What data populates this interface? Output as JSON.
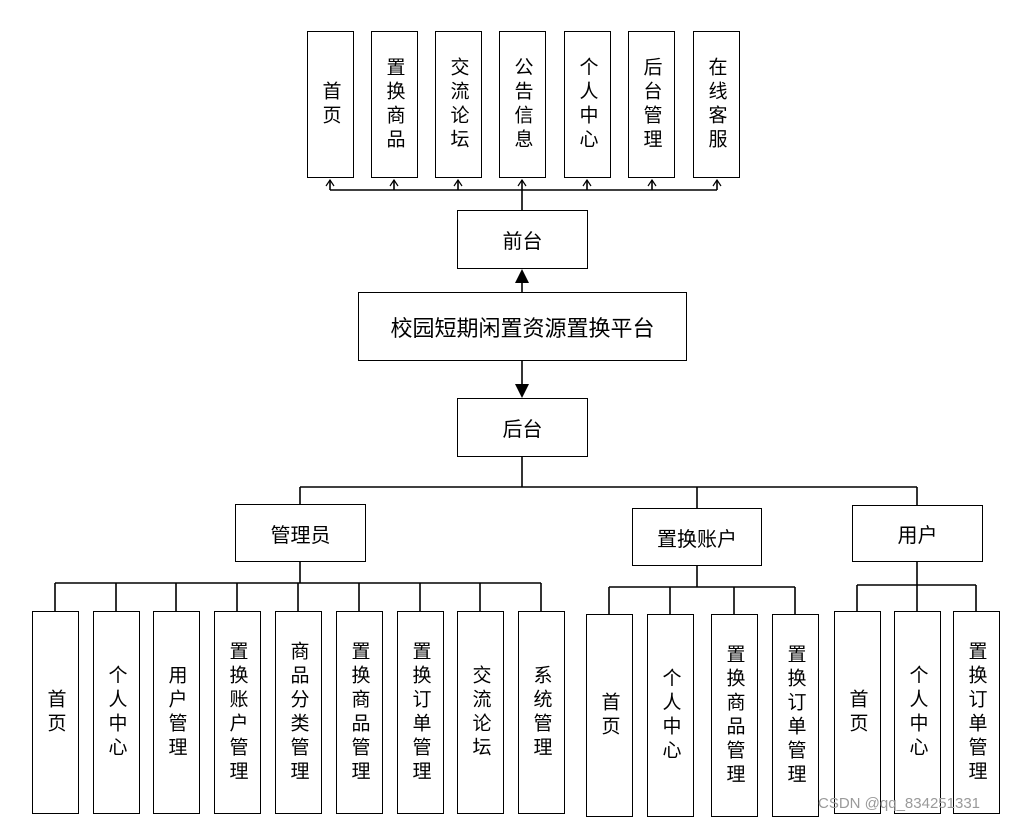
{
  "root": "校园短期闲置资源置换平台",
  "frontend": {
    "label": "前台",
    "items": [
      "首页",
      "置换商品",
      "交流论坛",
      "公告信息",
      "个人中心",
      "后台管理",
      "在线客服"
    ]
  },
  "backend": {
    "label": "后台",
    "groups": [
      {
        "label": "管理员",
        "items": [
          "首页",
          "个人中心",
          "用户管理",
          "置换账户管理",
          "商品分类管理",
          "置换商品管理",
          "置换订单管理",
          "交流论坛",
          "系统管理"
        ]
      },
      {
        "label": "置换账户",
        "items": [
          "首页",
          "个人中心",
          "置换商品管理",
          "置换订单管理"
        ]
      },
      {
        "label": "用户",
        "items": [
          "首页",
          "个人中心",
          "置换订单管理"
        ]
      }
    ]
  },
  "watermark": "CSDN @qq_834251331"
}
